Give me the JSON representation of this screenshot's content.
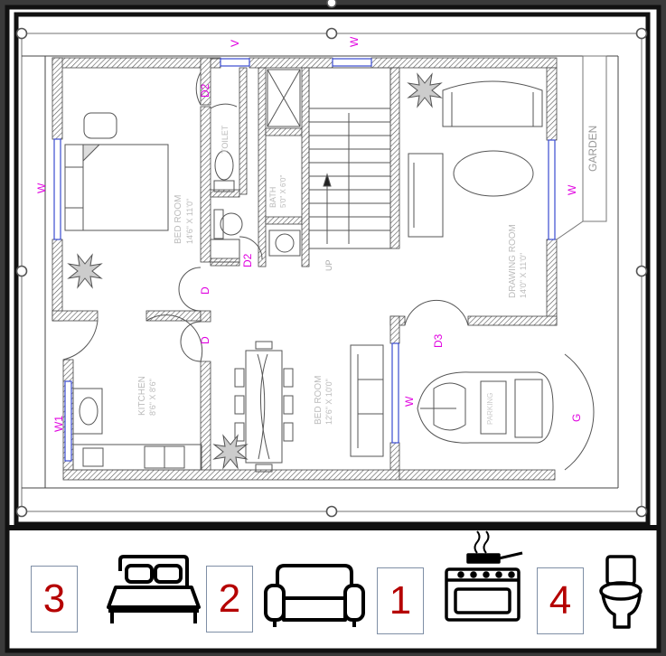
{
  "plan": {
    "labels": {
      "window": "W",
      "window_kitchen": "W1",
      "ventilator": "V",
      "door": "D",
      "door_bath": "D2",
      "door_living": "D3",
      "gate": "G",
      "up": "UP",
      "garden": "GARDEN",
      "bedroom": "BED ROOM",
      "bedroom_size": "14'6\" X 11'0\"",
      "toilet": "TOILET",
      "bath": "BATH",
      "bath_size": "5'0\" X 6'0\"",
      "drawing_room": "DRAWING ROOM",
      "drawing_room_size": "14'0\" X 11'0\"",
      "kitchen": "KITCHEN",
      "kitchen_size": "8'6\" X 8'6\"",
      "bed_room_2": "BED ROOM",
      "bed_room_2_size": "12'6\" X 10'0\"",
      "parking": "PARKING"
    }
  },
  "legend": [
    {
      "number": "3",
      "icon": "bed-icon"
    },
    {
      "number": "2",
      "icon": "sofa-icon"
    },
    {
      "number": "1",
      "icon": "stove-icon"
    },
    {
      "number": "4",
      "icon": "toilet-icon"
    }
  ],
  "colors": {
    "label_magenta": "#e000e0",
    "number_red": "#b50000",
    "window_blue": "#3a4bd0",
    "wall": "#555555"
  }
}
